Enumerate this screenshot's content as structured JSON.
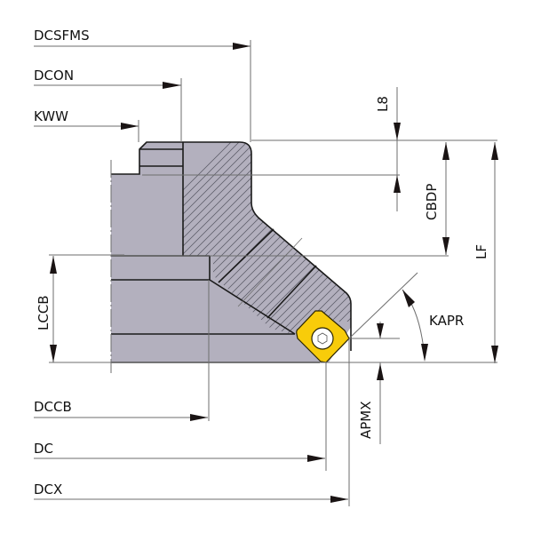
{
  "diagram": {
    "title": "Face mill dimension drawing",
    "colors": {
      "body": "#b3b0be",
      "insert": "#f8cc0a",
      "outline": "#1a1a1a",
      "dimension_line": "#6e6e6e",
      "arrow": "#1a1414",
      "background": "#ffffff"
    },
    "labels": {
      "dcsfms": "DCSFMS",
      "dcon": "DCON",
      "kww": "KWW",
      "l8": "L8",
      "cbdp": "CBDP",
      "lf": "LF",
      "lccb": "LCCB",
      "kapr": "KAPR",
      "apmx": "APMX",
      "dccb": "DCCB",
      "dc": "DC",
      "dcx": "DCX"
    }
  }
}
